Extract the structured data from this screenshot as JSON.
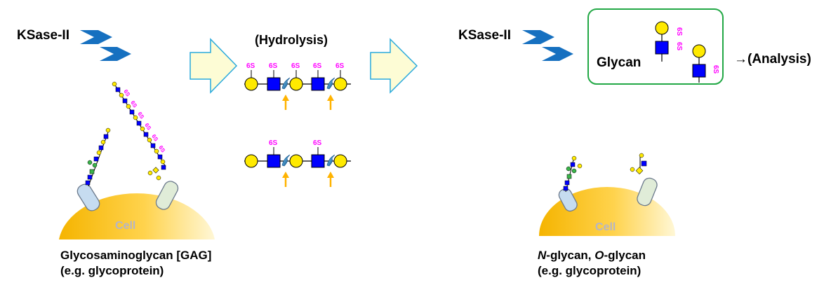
{
  "left": {
    "enzyme_label": "KSase-II",
    "cell_label": "Cell",
    "caption_line1": "Glycosaminoglycan [GAG]",
    "caption_line2": "(e.g. glycoprotein)"
  },
  "middle": {
    "title": "(Hydrolysis)",
    "sulfate_label": "6S"
  },
  "right": {
    "enzyme_label": "KSase-II",
    "box_label": "Glycan",
    "analysis_label": "→(Analysis)",
    "sulfate_label": "6S",
    "cell_label": "Cell",
    "caption_n_prefix": "N",
    "caption_n_rest": "-glycan, ",
    "caption_o_prefix": "O",
    "caption_o_rest": "-glycan",
    "caption_line2": "(e.g. glycoprotein)"
  },
  "colors": {
    "enzyme_blue": "#1670c0",
    "arrow_fill": "#fdfcd5",
    "arrow_stroke": "#2aaadc",
    "galactose_yellow": "#ffea00",
    "glcnac_blue": "#0000ff",
    "sulfate_magenta": "#ff00ff",
    "cleavage_orange": "#ffb300",
    "box_green": "#22a845",
    "cell_gold": "#f5b800",
    "stalk_blue": "#c6dcf0",
    "stalk_green": "#e0ecd8",
    "fucose_green": "#3ab54a"
  },
  "icons": [
    "enzyme-chevron-icon",
    "process-arrow-icon",
    "cleavage-arrow-icon",
    "hydrolysis-bond-icon"
  ]
}
